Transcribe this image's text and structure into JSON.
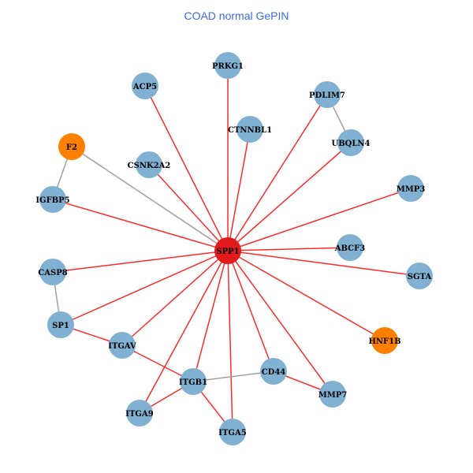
{
  "title": "COAD normal GePIN",
  "colors": {
    "hub": "#e31a1c",
    "node": "#80b1d3",
    "highlight": "#ff7f00",
    "edge_red": "#ff2a2a",
    "edge_grey": "#a0a0a0"
  },
  "nodes": [
    {
      "id": "SPP1",
      "label": "SPP1",
      "type": "hub"
    },
    {
      "id": "PRKG1",
      "label": "PRKG1",
      "type": "node"
    },
    {
      "id": "ACP5",
      "label": "ACP5",
      "type": "node"
    },
    {
      "id": "PDLIM7",
      "label": "PDLIM7",
      "type": "node"
    },
    {
      "id": "CTNNBL1",
      "label": "CTNNBL1",
      "type": "node"
    },
    {
      "id": "F2",
      "label": "F2",
      "type": "highlight"
    },
    {
      "id": "UBQLN4",
      "label": "UBQLN4",
      "type": "node"
    },
    {
      "id": "CSNK2A2",
      "label": "CSNK2A2",
      "type": "node"
    },
    {
      "id": "IGFBP5",
      "label": "IGFBP5",
      "type": "node"
    },
    {
      "id": "MMP3",
      "label": "MMP3",
      "type": "node"
    },
    {
      "id": "ABCF3",
      "label": "ABCF3",
      "type": "node"
    },
    {
      "id": "CASP8",
      "label": "CASP8",
      "type": "node"
    },
    {
      "id": "SGTA",
      "label": "SGTA",
      "type": "node"
    },
    {
      "id": "SP1",
      "label": "SP1",
      "type": "node"
    },
    {
      "id": "HNF1B",
      "label": "HNF1B",
      "type": "highlight"
    },
    {
      "id": "ITGAV",
      "label": "ITGAV",
      "type": "node"
    },
    {
      "id": "CD44",
      "label": "CD44",
      "type": "node"
    },
    {
      "id": "ITGB1",
      "label": "ITGB1",
      "type": "node"
    },
    {
      "id": "MMP7",
      "label": "MMP7",
      "type": "node"
    },
    {
      "id": "ITGA9",
      "label": "ITGA9",
      "type": "node"
    },
    {
      "id": "ITGA5",
      "label": "ITGA5",
      "type": "node"
    }
  ],
  "edges": [
    [
      "SPP1",
      "PRKG1",
      "red"
    ],
    [
      "SPP1",
      "ACP5",
      "red"
    ],
    [
      "SPP1",
      "PDLIM7",
      "red"
    ],
    [
      "SPP1",
      "CTNNBL1",
      "red"
    ],
    [
      "SPP1",
      "F2",
      "grey"
    ],
    [
      "SPP1",
      "UBQLN4",
      "red"
    ],
    [
      "SPP1",
      "CSNK2A2",
      "red"
    ],
    [
      "SPP1",
      "IGFBP5",
      "red"
    ],
    [
      "SPP1",
      "MMP3",
      "red"
    ],
    [
      "SPP1",
      "ABCF3",
      "red"
    ],
    [
      "SPP1",
      "CASP8",
      "red"
    ],
    [
      "SPP1",
      "SGTA",
      "red"
    ],
    [
      "SPP1",
      "SP1",
      "red"
    ],
    [
      "SPP1",
      "HNF1B",
      "red"
    ],
    [
      "SPP1",
      "ITGAV",
      "red"
    ],
    [
      "SPP1",
      "CD44",
      "red"
    ],
    [
      "SPP1",
      "ITGB1",
      "red"
    ],
    [
      "SPP1",
      "MMP7",
      "red"
    ],
    [
      "SPP1",
      "ITGA9",
      "red"
    ],
    [
      "SPP1",
      "ITGA5",
      "red"
    ],
    [
      "PDLIM7",
      "UBQLN4",
      "grey"
    ],
    [
      "F2",
      "IGFBP5",
      "grey"
    ],
    [
      "CASP8",
      "SP1",
      "grey"
    ],
    [
      "SP1",
      "ITGAV",
      "red"
    ],
    [
      "ITGAV",
      "ITGB1",
      "red"
    ],
    [
      "ITGA9",
      "ITGB1",
      "red"
    ],
    [
      "ITGB1",
      "ITGA5",
      "red"
    ],
    [
      "ITGB1",
      "CD44",
      "grey"
    ],
    [
      "CD44",
      "MMP7",
      "red"
    ]
  ]
}
